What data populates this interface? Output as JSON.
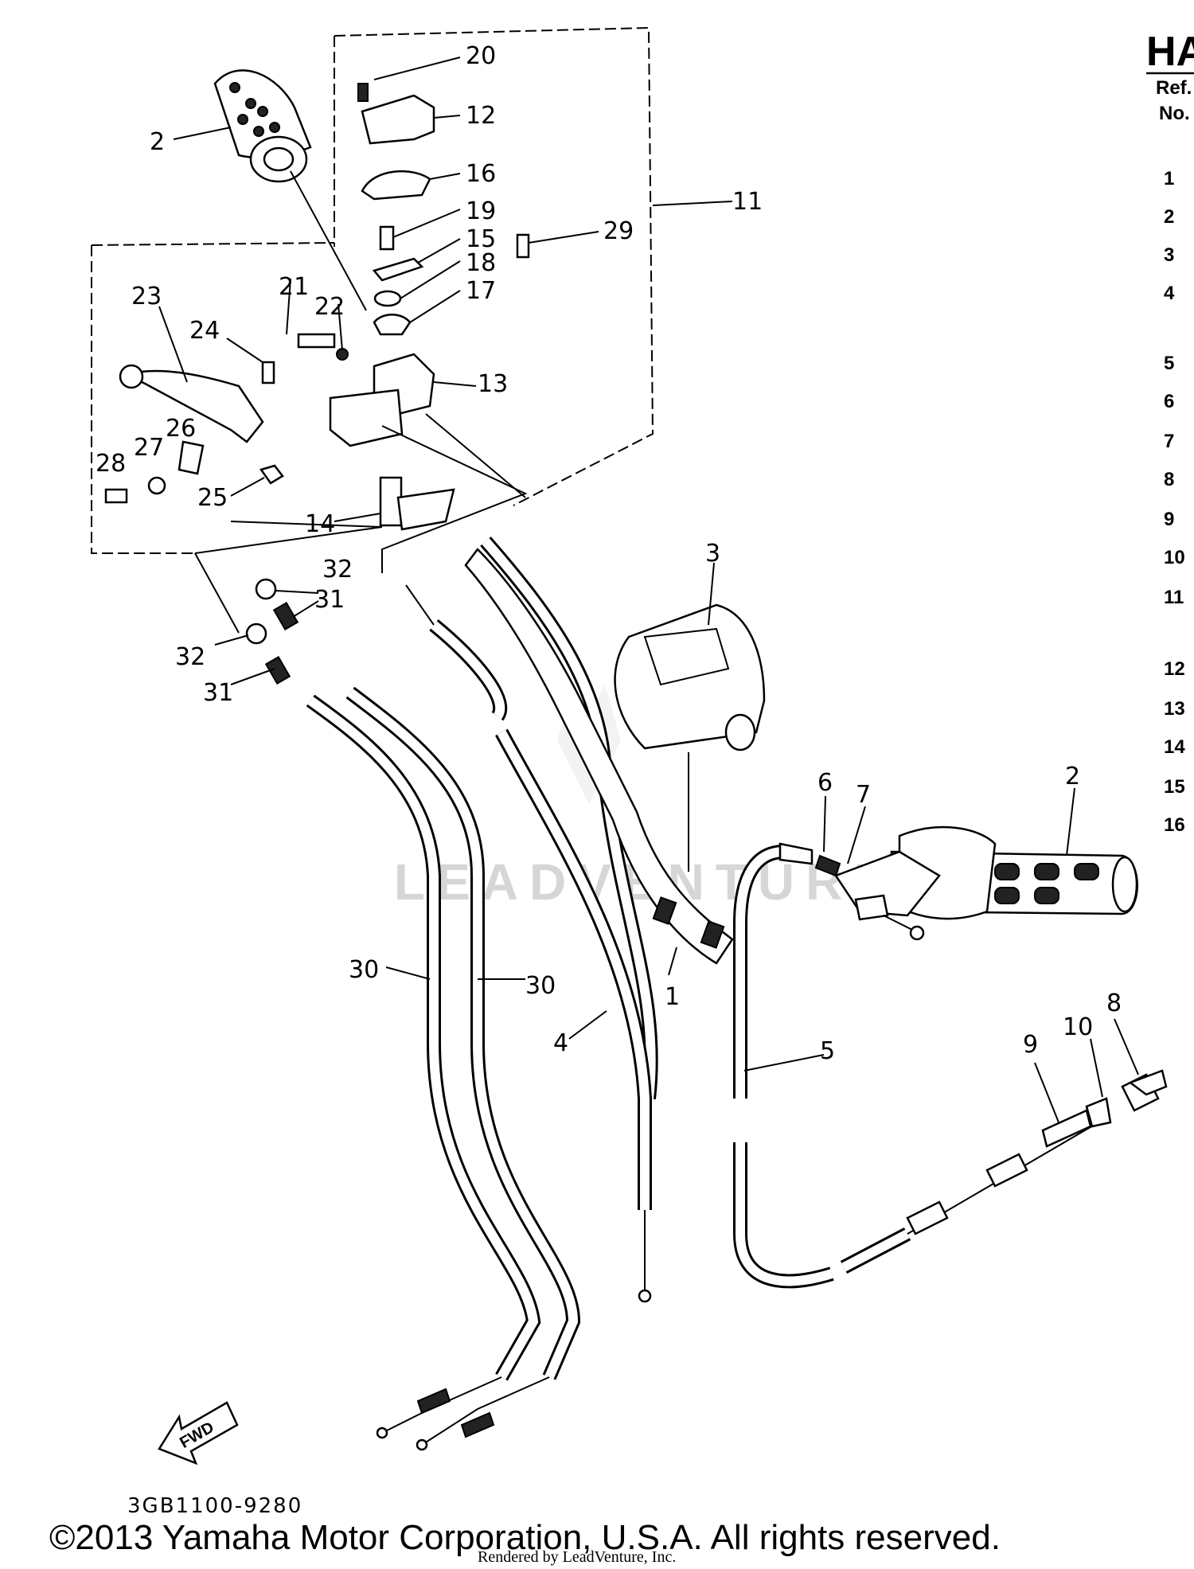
{
  "header": {
    "title": "HA"
  },
  "table": {
    "col_ref": "Ref.",
    "col_no": "No.",
    "ref_numbers": [
      "1",
      "2",
      "3",
      "4",
      "5",
      "6",
      "7",
      "8",
      "9",
      "10",
      "11",
      "12",
      "13",
      "14",
      "15",
      "16"
    ]
  },
  "callouts": [
    "1",
    "2",
    "3",
    "4",
    "5",
    "6",
    "7",
    "8",
    "9",
    "10",
    "11",
    "12",
    "13",
    "14",
    "15",
    "16",
    "17",
    "18",
    "19",
    "20",
    "21",
    "22",
    "23",
    "24",
    "25",
    "26",
    "27",
    "28",
    "29",
    "30",
    "31",
    "32"
  ],
  "fwd_label": "FWD",
  "watermark": "LEADVENTURE",
  "diagram_code": "3GB1100-9280",
  "copyright": "©2013 Yamaha Motor Corporation, U.S.A. All rights reserved.",
  "rendered_by": "Rendered by LeadVenture, Inc."
}
